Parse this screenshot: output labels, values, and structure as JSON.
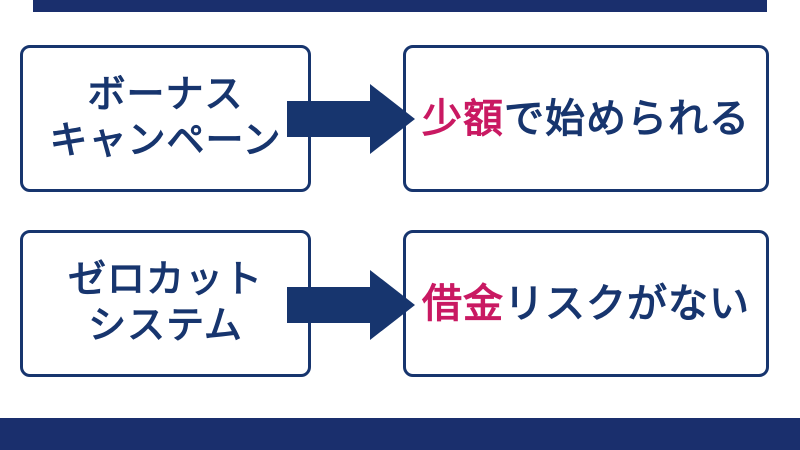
{
  "colors": {
    "navy": "#17356E",
    "bar_navy": "#1A2F6D",
    "accent_pink": "#C91962",
    "background": "#FFFFFF"
  },
  "diagram": {
    "rows": [
      {
        "source": {
          "line1": "ボーナス",
          "line2": "キャンペーン"
        },
        "result": {
          "highlight": "少額",
          "rest": "で始められる"
        }
      },
      {
        "source": {
          "line1": "ゼロカット",
          "line2": "システム"
        },
        "result": {
          "highlight": "借金",
          "rest": "リスクがない"
        }
      }
    ],
    "icons": {
      "arrow": "arrow-right-icon"
    },
    "decorations": {
      "top_bar": "navy-accent-bar",
      "bottom_bar": "navy-footer-bar"
    }
  }
}
